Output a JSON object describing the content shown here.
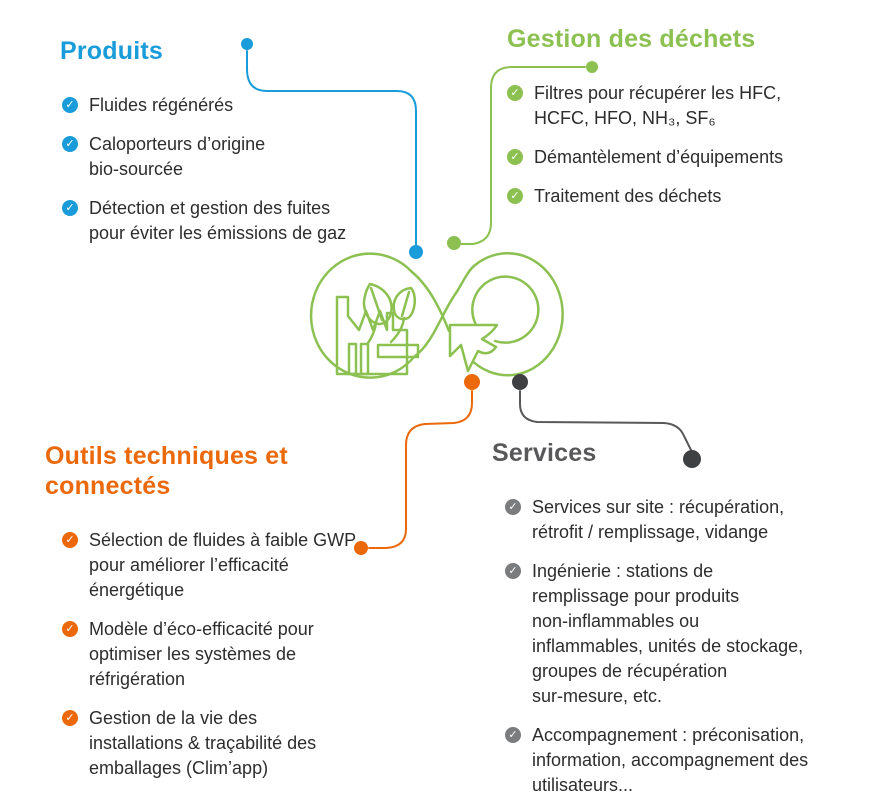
{
  "colors": {
    "blue": "#199CD9",
    "green": "#8CC152",
    "orange": "#EB690B",
    "gray": "#58585A",
    "gray_bullet": "#7B7C7E",
    "body_text": "#2D2D2D"
  },
  "icons": {
    "bullet": "check-circle-icon",
    "center_illustration": "circular-economy-infinity-loop-with-factory-leaves-and-recycle-arrow"
  },
  "sections": {
    "produits": {
      "title": "Produits",
      "items": [
        "Fluides régénérés",
        "Caloporteurs d’origine\nbio-sourcée",
        "Détection et gestion des fuites\npour éviter les émissions de gaz"
      ]
    },
    "gestion": {
      "title": "Gestion des déchets",
      "items": [
        "Filtres pour récupérer les HFC,\nHCFC, HFO, NH₃, SF₆",
        "Démantèlement d’équipements",
        "Traitement des déchets"
      ]
    },
    "outils": {
      "title": "Outils techniques et connectés",
      "items": [
        "Sélection de fluides à faible GWP\npour améliorer l’efficacité\nénergétique",
        "Modèle d’éco-efficacité pour\noptimiser les systèmes de\nréfrigération",
        "Gestion de la vie des\ninstallations & traçabilité des\nemballages (Clim’app)"
      ]
    },
    "services": {
      "title": "Services",
      "items": [
        "Services sur site : récupération,\nrétrofit / remplissage, vidange",
        "Ingénierie : stations de\nremplissage pour produits\nnon-inflammables ou\ninflammables, unités de stockage,\ngroupes de récupération\nsur-mesure, etc.",
        "Accompagnement : préconisation,\ninformation, accompagnement des\nutilisateurs..."
      ]
    }
  }
}
